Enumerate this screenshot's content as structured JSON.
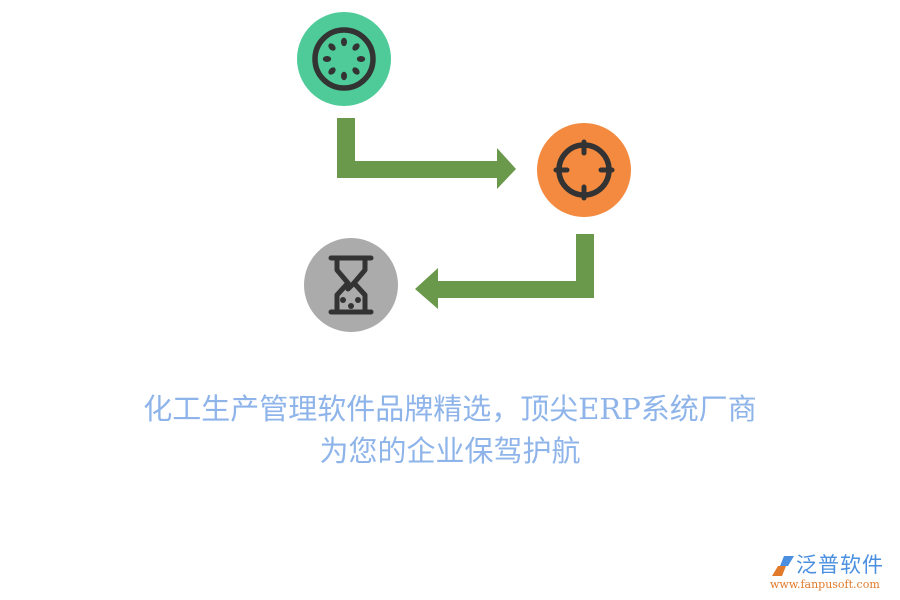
{
  "diagram": {
    "type": "flow",
    "nodes": [
      {
        "id": "step1",
        "icon": "loading-spinner-icon",
        "color": "#4ecb98"
      },
      {
        "id": "step2",
        "icon": "crosshair-target-icon",
        "color": "#f38a3f"
      },
      {
        "id": "step3",
        "icon": "hourglass-icon",
        "color": "#ababab"
      }
    ],
    "edges": [
      {
        "from": "step1",
        "to": "step2",
        "shape": "elbow-arrow-down-right"
      },
      {
        "from": "step2",
        "to": "step3",
        "shape": "elbow-arrow-down-left"
      }
    ],
    "arrow_color": "#6a994b",
    "icon_stroke_color": "#333333"
  },
  "caption": {
    "line1": "化工生产管理软件品牌精选，顶尖ERP系统厂商",
    "line2": "为您的企业保驾护航",
    "color": "#8eb4ea"
  },
  "logo": {
    "name": "泛普软件",
    "url": "www.fanpusoft.com"
  }
}
